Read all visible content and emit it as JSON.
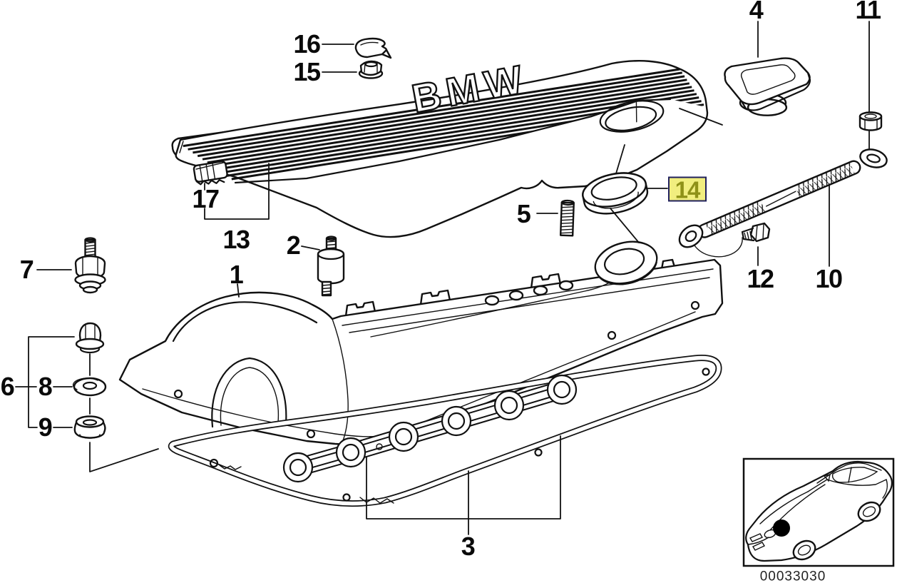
{
  "diagram": {
    "callouts": {
      "c1": "1",
      "c2": "2",
      "c3": "3",
      "c4": "4",
      "c5": "5",
      "c6": "6",
      "c7": "7",
      "c8": "8",
      "c9": "9",
      "c10": "10",
      "c11": "11",
      "c12": "12",
      "c13": "13",
      "c14": "14",
      "c15": "15",
      "c16": "16",
      "c17": "17"
    },
    "highlighted_callout": "14",
    "engine_cover_brand_text": "BMW",
    "inset_image_code": "00033030",
    "colors": {
      "background": "#ffffff",
      "line": "#111111",
      "highlight_bg": "#f1ee7f",
      "highlight_border": "#20205c",
      "highlight_text": "#8f9118"
    }
  }
}
